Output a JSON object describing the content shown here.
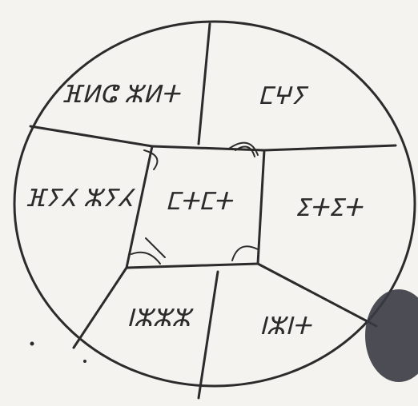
{
  "diagram": {
    "regions": [
      {
        "id": "top-left",
        "label": "ⴼⵍⵛ ⵣⵍⵜ"
      },
      {
        "id": "top-right",
        "label": "ⵎⵖⵢ"
      },
      {
        "id": "middle-left",
        "label": "ⴼⵢⵃ ⵣⵢⵃ"
      },
      {
        "id": "center",
        "label": "ⵎⵜⵎⵜ"
      },
      {
        "id": "middle-right",
        "label": "ⵉⵜⵉⵜ"
      },
      {
        "id": "bottom-left",
        "label": "ⵏⵣⵣⵣ"
      },
      {
        "id": "bottom-right",
        "label": "ⵏⵣⵏⵜ"
      }
    ],
    "colors": {
      "ink": "#2b2b2b",
      "paper": "#f4f3ef",
      "smudge": "#3a3a42"
    }
  }
}
